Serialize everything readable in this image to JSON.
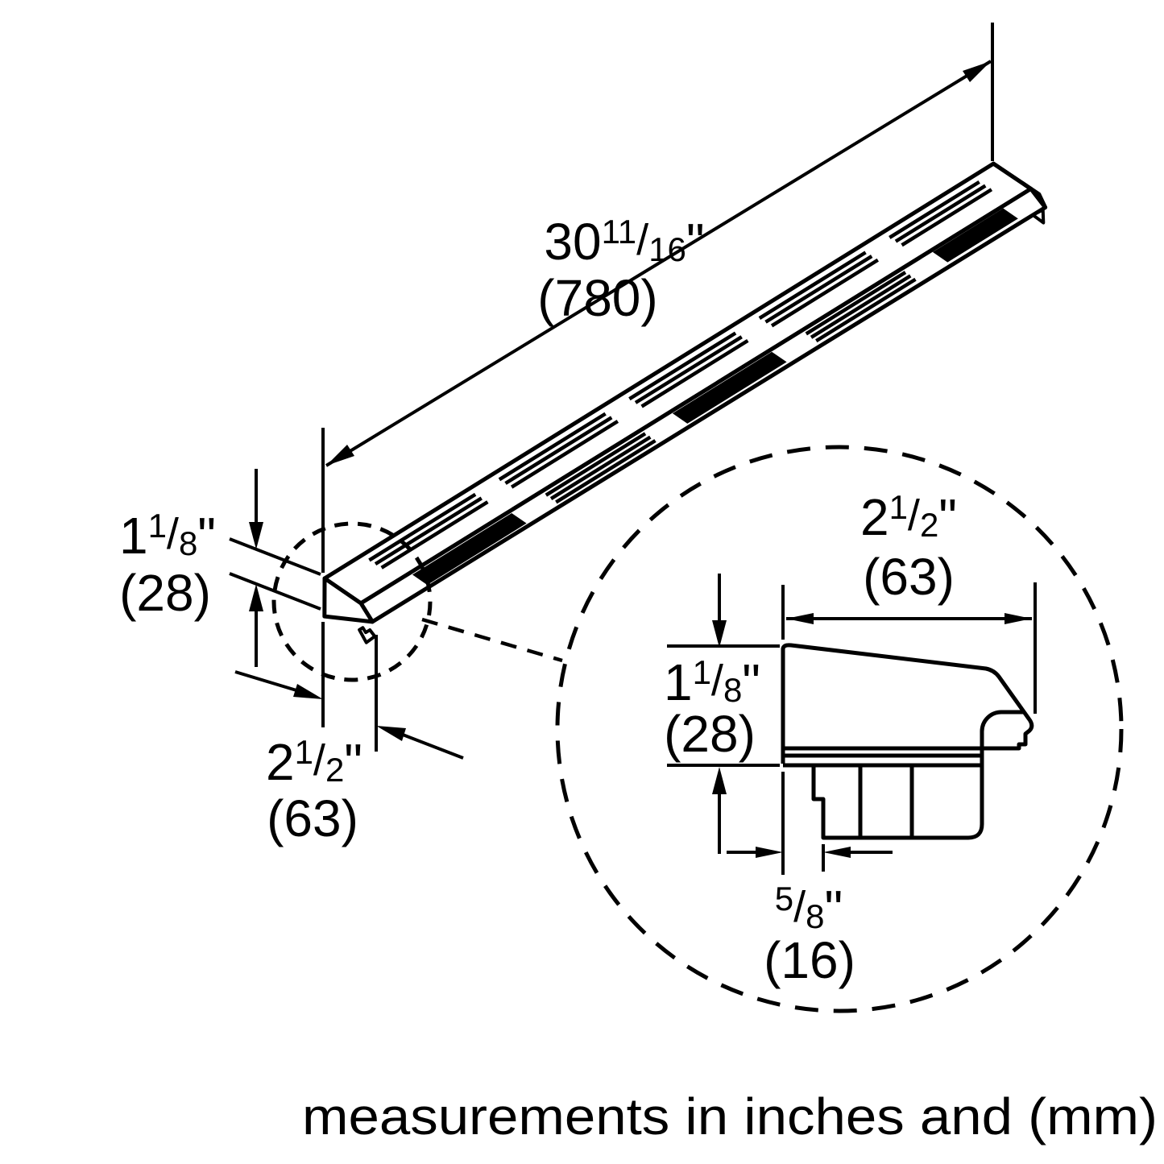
{
  "caption": "measurements in inches and (mm)",
  "symbols": {
    "slash": "/",
    "inch": "\""
  },
  "dims": {
    "length": {
      "whole": "30",
      "num": "11",
      "den": "16",
      "mm": "(780)"
    },
    "edge_height": {
      "whole": "1",
      "num": "1",
      "den": "8",
      "mm": "(28)"
    },
    "edge_depth": {
      "whole": "2",
      "num": "1",
      "den": "2",
      "mm": "(63)"
    },
    "section_width": {
      "whole": "2",
      "num": "1",
      "den": "2",
      "mm": "(63)"
    },
    "section_height": {
      "whole": "1",
      "num": "1",
      "den": "8",
      "mm": "(28)"
    },
    "section_inset": {
      "whole": "",
      "num": "5",
      "den": "8",
      "mm": "(16)"
    }
  },
  "colors": {
    "ink": "#000000",
    "paper": "#ffffff"
  }
}
